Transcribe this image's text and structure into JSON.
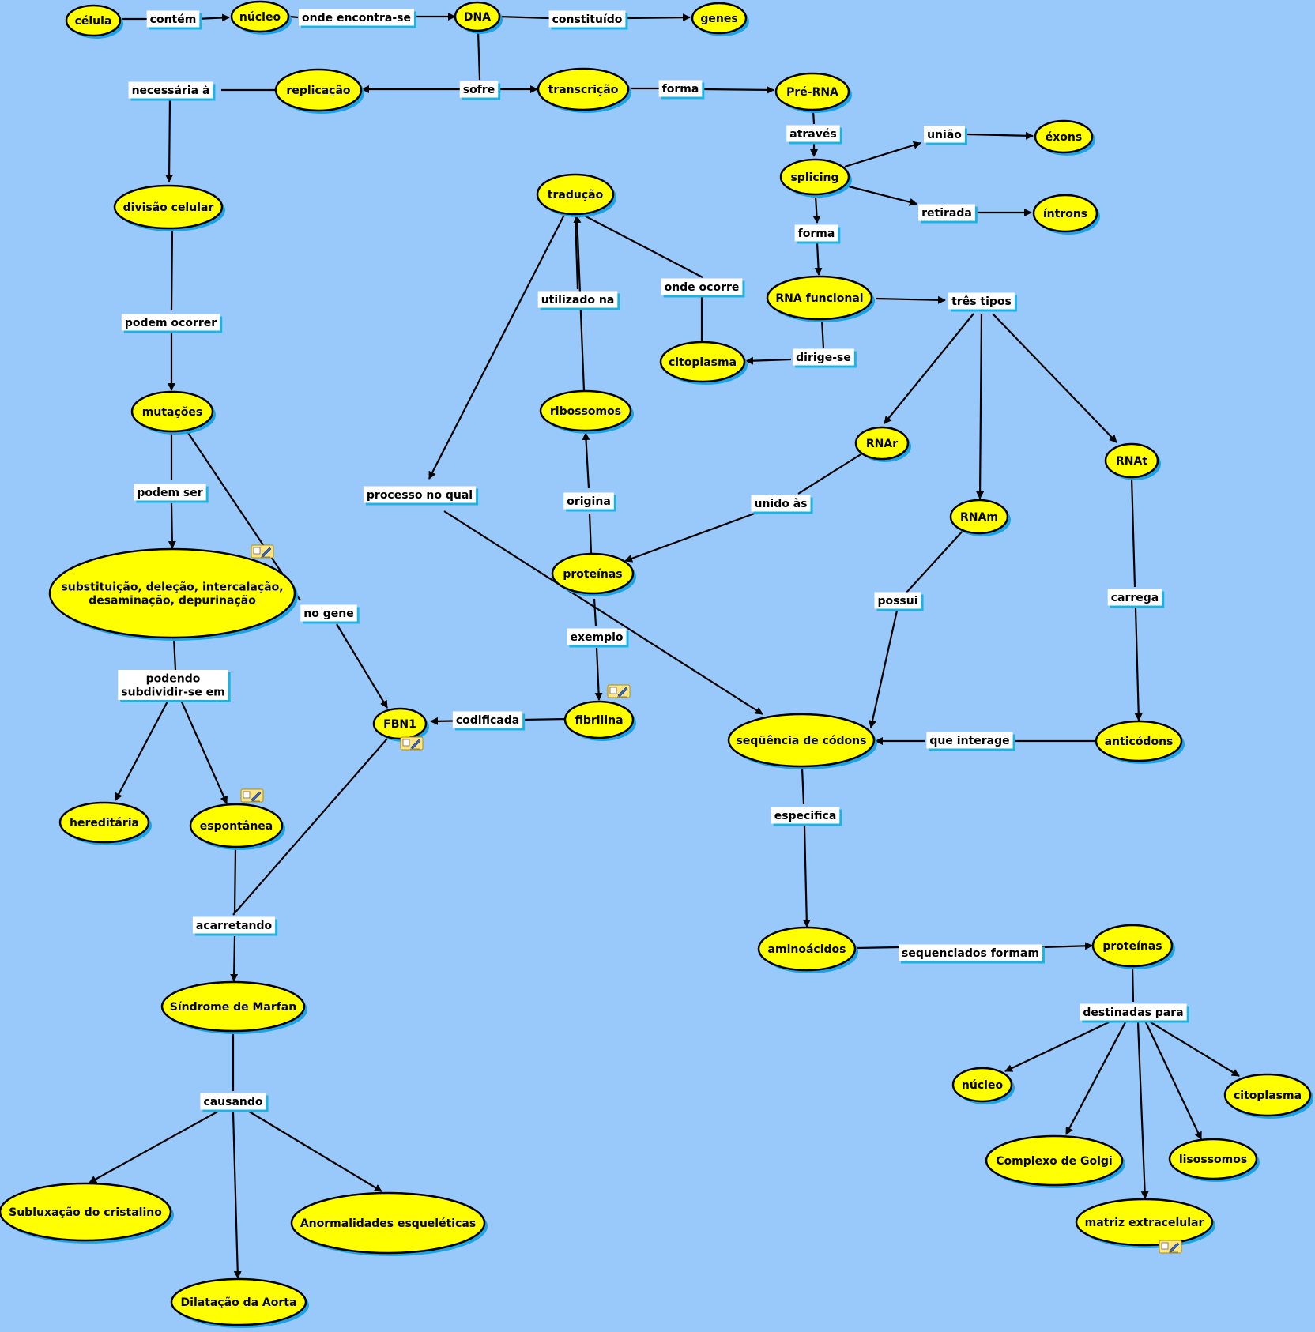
{
  "nodes": {
    "celula": "célula",
    "nucleo": "núcleo",
    "dna": "DNA",
    "genes": "genes",
    "replicacao": "replicação",
    "transcricao": "transcrição",
    "prerna": "Pré-RNA",
    "splicing": "splicing",
    "exons": "éxons",
    "introns": "íntrons",
    "divisao": "divisão celular",
    "traducao": "tradução",
    "rnafunc": "RNA funcional",
    "citoplasma1": "citoplasma",
    "ribossomos": "ribossomos",
    "mutacoes": "mutações",
    "rnar": "RNAr",
    "rnat": "RNAt",
    "rnam": "RNAm",
    "proteinas1": "proteínas",
    "substituicao": [
      "substituição, deleção, intercalação,",
      "desaminação, depurinação"
    ],
    "fbn1": "FBN1",
    "fibrilina": "fibrilina",
    "seqcodons": "seqüência de códons",
    "anticodons": "anticódons",
    "hereditaria": "hereditária",
    "espontanea": "espontânea",
    "aminoacidos": "aminoácidos",
    "proteinas2": "proteínas",
    "marfan": "Síndrome de Marfan",
    "nucleo2": "núcleo",
    "citoplasma2": "citoplasma",
    "golgi": "Complexo de Golgi",
    "lisossomos": "lisossomos",
    "matriz": "matriz extracelular",
    "subluxacao": "Subluxação do cristalino",
    "anormalidades": "Anormalidades esqueléticas",
    "dilatacao": "Dilatação da Aorta"
  },
  "links": {
    "contem": "contém",
    "onde_encontra": "onde encontra-se",
    "constituido": "constituído",
    "necessaria": "necessária à",
    "sofre": "sofre",
    "forma1": "forma",
    "atraves": "através",
    "uniao": "união",
    "retirada": "retirada",
    "forma2": "forma",
    "tres_tipos": "três tipos",
    "onde_ocorre": "onde ocorre",
    "utilizado_na": "utilizado na",
    "dirige_se": "dirige-se",
    "podem_ocorrer": "podem ocorrer",
    "processo_no_qual": "processo no qual",
    "podem_ser": "podem ser",
    "origina": "origina",
    "unido_as": "unido às",
    "no_gene": "no gene",
    "possui": "possui",
    "carrega": "carrega",
    "exemplo": "exemplo",
    "podendo": [
      "podendo",
      "subdividir-se em"
    ],
    "codificada": "codificada",
    "que_interage": "que interage",
    "especifica": "especifica",
    "acarretando": "acarretando",
    "sequenciados": "sequenciados formam",
    "destinadas": "destinadas para",
    "causando": "causando"
  }
}
